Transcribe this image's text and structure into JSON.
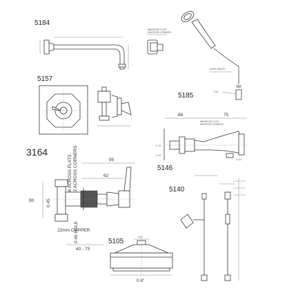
{
  "codes": {
    "c5184": "5184",
    "c5157": "5157",
    "c5185": "5185",
    "c3164": "3164",
    "c5146": "5146",
    "c5140": "5140",
    "c5105": "5105"
  },
  "drawing_5184": {
    "across_flats": "58ACROSS FLATS",
    "across_corners": "62ACROSS CORNERS"
  },
  "drawing_5185": {
    "hose_length": "HOSE LENGTH",
    "thread": "G1/2"
  },
  "drawing_5146": {
    "dim_top_left": "88",
    "dim_top_right": "75",
    "across_flats": "58ACROSS FLATS",
    "across_corners": "62ACROSS CORNERS",
    "dim_left_a": "G 1/2",
    "dim_left_b": "G 1/2",
    "dim_bottom": "G 1/2"
  },
  "drawing_3164": {
    "across_flats": "58 ACROSS FLATS",
    "across_corners": "62 ACROSS CORNERS",
    "dim_95": "95",
    "dim_62": "62",
    "dim_90": "90",
    "dim_045": "0 45",
    "hole": "0 46 HOLE",
    "copper": "22mm COPPER",
    "span": "40 - 75"
  },
  "drawing_5105": {
    "thread": "G1/2",
    "diameter": "0 8\""
  }
}
